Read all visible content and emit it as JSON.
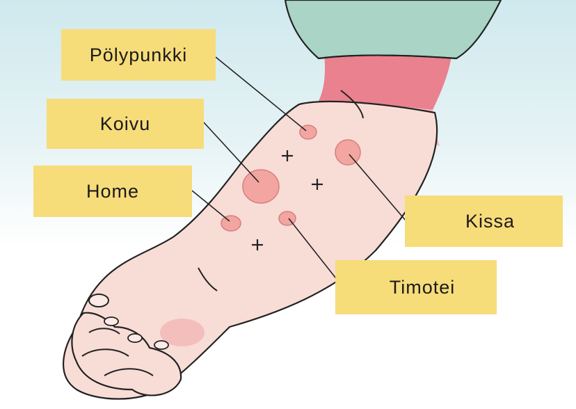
{
  "labels": {
    "polypunkki": "Pölypunkki",
    "koivu": "Koivu",
    "home": "Home",
    "kissa": "Kissa",
    "timotei": "Timotei"
  },
  "colors": {
    "label_background": "#f7dc7a",
    "skin": "#f8dcd6",
    "wheal": "#f2a5a1",
    "sleeve": "#a9d4c6",
    "background_tint": "#d6ecef"
  }
}
